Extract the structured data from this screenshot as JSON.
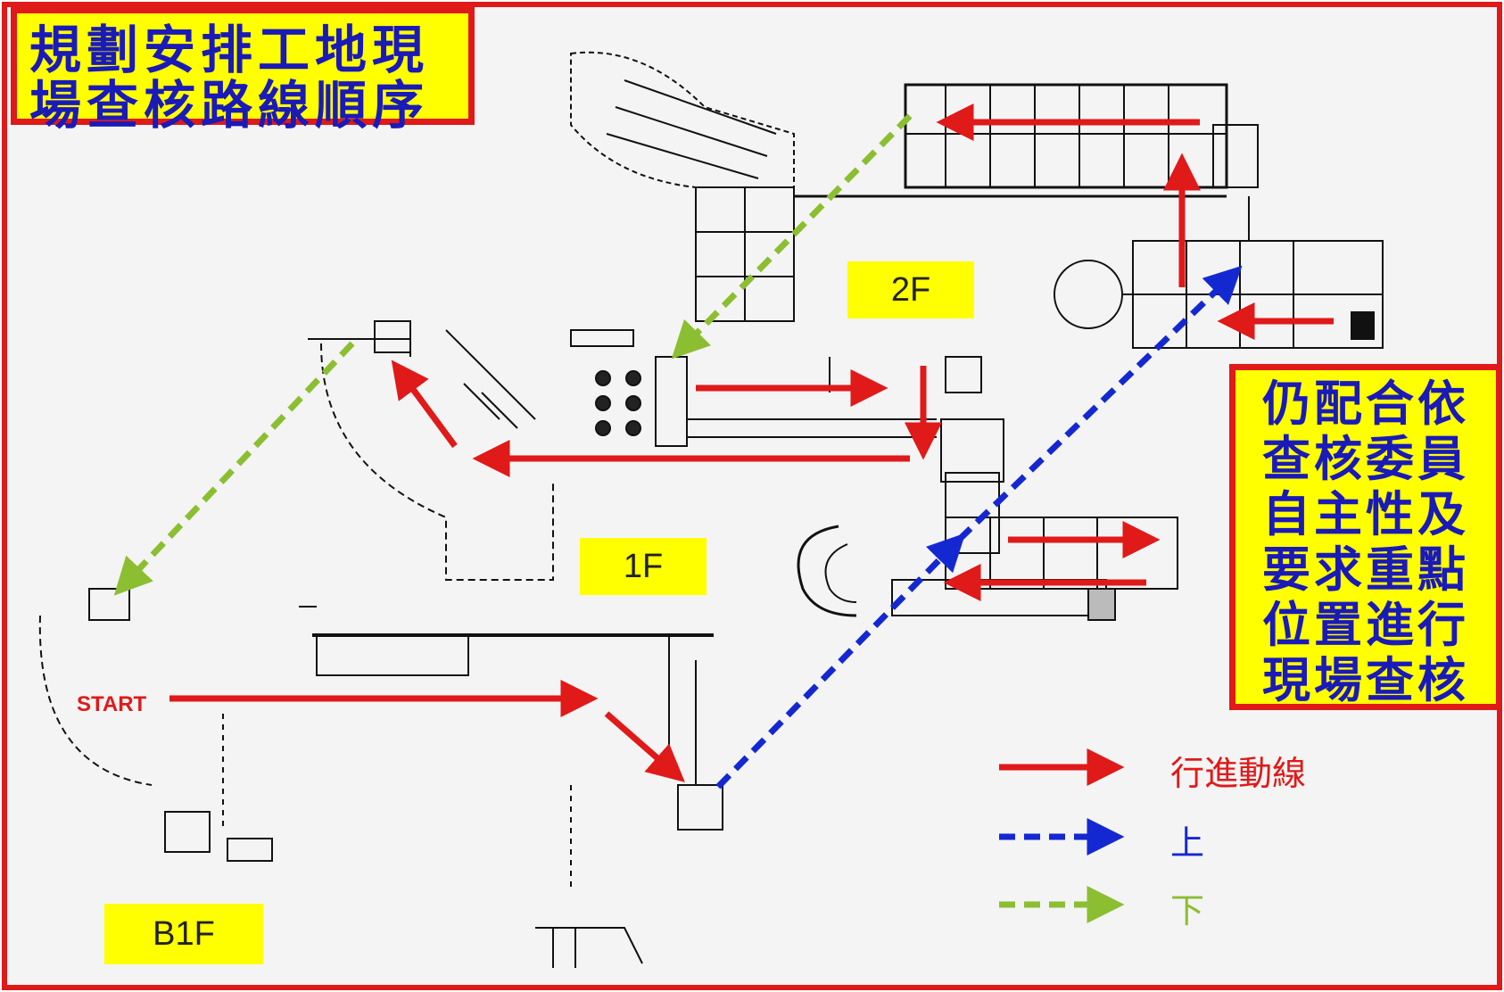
{
  "title": {
    "lines": [
      "規劃安排工地現",
      "場查核路線順序"
    ]
  },
  "note": {
    "lines": [
      "仍配合依",
      "查核委員",
      "自主性及",
      "要求重點",
      "位置進行",
      "現場查核"
    ]
  },
  "floors": {
    "f2": "2F",
    "f1": "1F",
    "b1": "B1F"
  },
  "start_label": "START",
  "legend": {
    "route": "行進動線",
    "up": "上",
    "down": "下"
  },
  "colors": {
    "route": "#e01919",
    "up": "#1428d2",
    "down": "#8cbe32",
    "frame": "#e01919",
    "highlight": "#ffff00",
    "text_blue": "#1a1ab8"
  }
}
